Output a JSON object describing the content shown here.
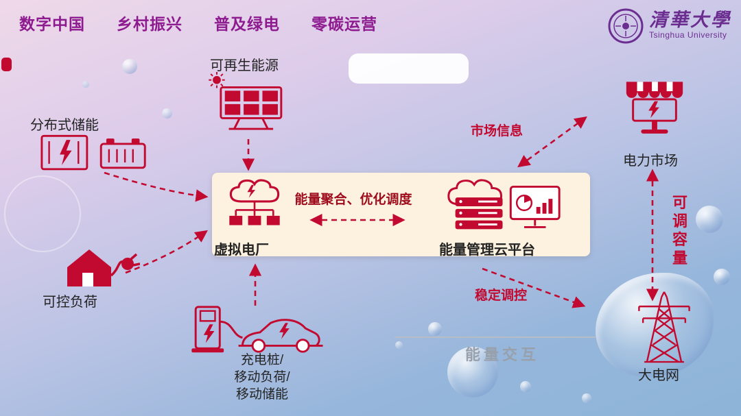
{
  "header": {
    "slogans": [
      "数字中国",
      "乡村振兴",
      "普及绿电",
      "零碳运营"
    ]
  },
  "logo": {
    "name_cn": "清華大學",
    "name_en": "Tsinghua University"
  },
  "nodes": {
    "renewable": {
      "label": "可再生能源"
    },
    "storage": {
      "label": "分布式储能"
    },
    "controllable_load": {
      "label": "可控负荷"
    },
    "ev": {
      "lines": [
        "充电桩/",
        "移动负荷/",
        "移动储能"
      ]
    },
    "vpp": {
      "label": "虚拟电厂"
    },
    "platform": {
      "label": "能量管理云平台"
    },
    "market": {
      "label": "电力市场"
    },
    "grid": {
      "label": "大电网"
    }
  },
  "edges": {
    "aggregation": {
      "label": "能量聚合、优化调度"
    },
    "market_info": {
      "label": "市场信息"
    },
    "adjustable_capacity": {
      "chars": [
        "可",
        "调",
        "容",
        "量"
      ]
    },
    "stable_control": {
      "label": "稳定调控"
    },
    "energy_exchange": {
      "label": "能量交互"
    }
  },
  "colors": {
    "accent": "#c2092f",
    "header_text": "#8d1b8f",
    "aggregation_text": "#9e0b1c",
    "panel_bg": "#fcf2df",
    "muted_text": "#97a0ab",
    "logo_purple": "#6b2d90"
  }
}
